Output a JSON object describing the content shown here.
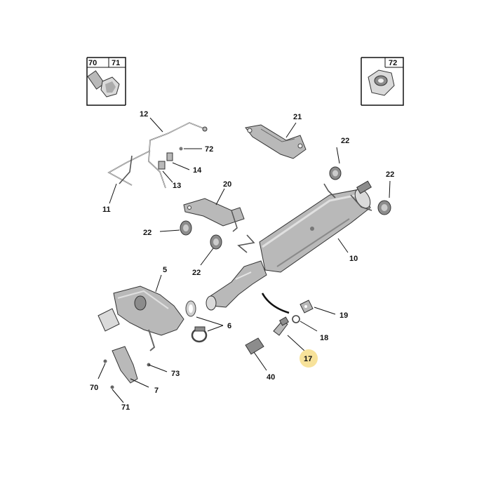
{
  "inset_left": {
    "labels": [
      "70",
      "71"
    ]
  },
  "inset_right": {
    "labels": [
      "72"
    ]
  },
  "highlight_color": "#f7e29a",
  "callouts": {
    "p12": "12",
    "p21": "21",
    "p72": "72",
    "p14": "14",
    "p13": "13",
    "p11": "11",
    "p20": "20",
    "p22a": "22",
    "p22b": "22",
    "p22c": "22",
    "p22d": "22",
    "p10": "10",
    "p5": "5",
    "p6": "6",
    "p19": "19",
    "p18": "18",
    "p17": "17",
    "p40": "40",
    "p70": "70",
    "p73": "73",
    "p7": "7",
    "p71": "71"
  }
}
